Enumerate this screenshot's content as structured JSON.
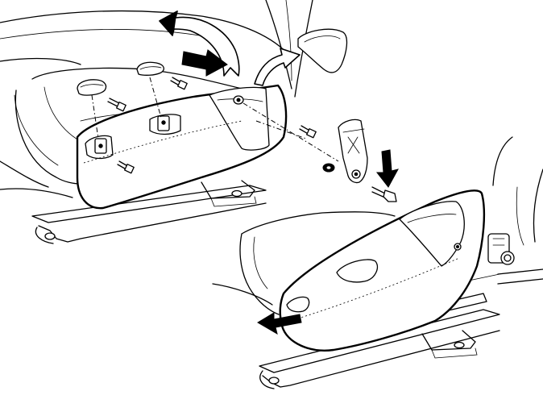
{
  "diagram": {
    "kind": "seat-cover-removal-illustration",
    "colors": {
      "line": "#000000",
      "background": "#ffffff"
    },
    "parts": [
      "upper-seat-cushion",
      "upper-seat-side-cover",
      "upper-seat-rail",
      "cover-cap-left",
      "cover-cap-right",
      "hinge-cover-cap",
      "cover-bolts",
      "seat-belt-anchor",
      "anchor-bolt",
      "anchor-washer",
      "lower-seat-cushion",
      "lower-seat-side-cover",
      "lower-seat-rail"
    ],
    "arrows": [
      "flip-cover-arrow",
      "push-in-arrow",
      "lift-cap-arrow",
      "bolt-direction-arrow",
      "pull-out-arrow"
    ]
  }
}
